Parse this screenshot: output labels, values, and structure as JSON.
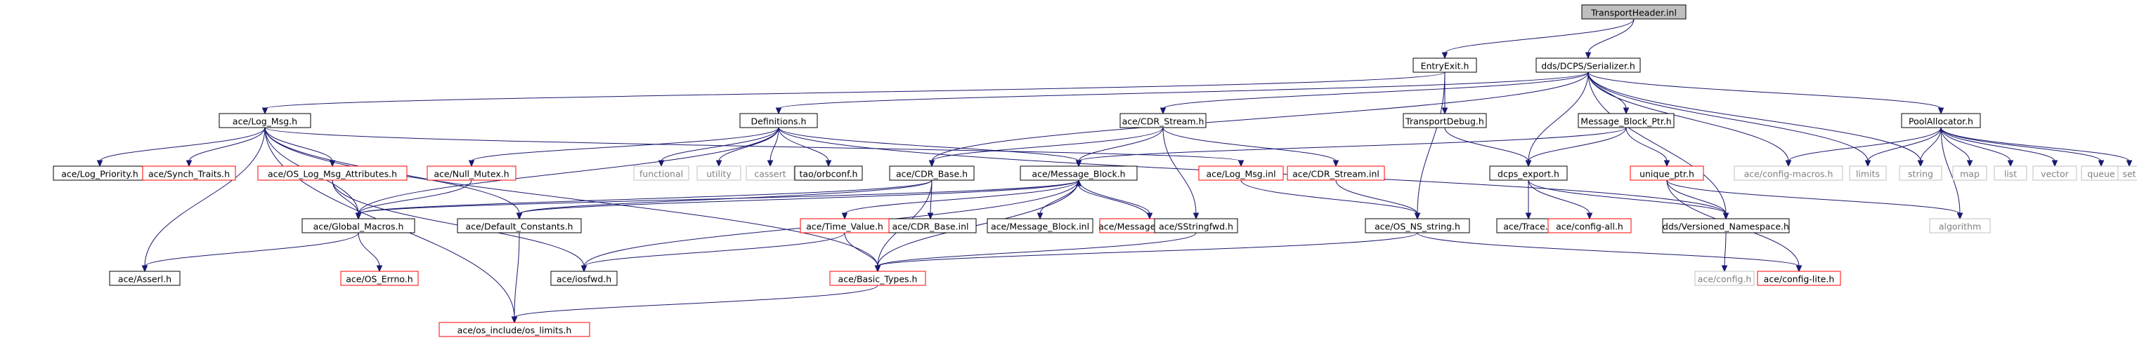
{
  "diagram": {
    "title": "TransportHeader.inl",
    "style": {
      "edge_color": "#191970",
      "root_fill": "#bfbfbf",
      "root_border": "#000000",
      "documented_border": "#000000",
      "truncated_border": "#ff0000",
      "external_border": "#bfbfbf",
      "external_text": "#808080",
      "text_color": "#000000"
    },
    "nodes": [
      {
        "id": "n0",
        "label": "TransportHeader.inl",
        "kind": "root"
      },
      {
        "id": "n1",
        "label": "EntryExit.h",
        "kind": "documented"
      },
      {
        "id": "n2",
        "label": "dds/DCPS/Serializer.h",
        "kind": "documented"
      },
      {
        "id": "n3",
        "label": "ace/Log_Msg.h",
        "kind": "documented"
      },
      {
        "id": "n4",
        "label": "Definitions.h",
        "kind": "documented"
      },
      {
        "id": "n5",
        "label": "ace/CDR_Stream.h",
        "kind": "documented"
      },
      {
        "id": "n6",
        "label": "TransportDebug.h",
        "kind": "documented"
      },
      {
        "id": "n7",
        "label": "Message_Block_Ptr.h",
        "kind": "documented"
      },
      {
        "id": "n8",
        "label": "PoolAllocator.h",
        "kind": "documented"
      },
      {
        "id": "n9",
        "label": "ace/Log_Priority.h",
        "kind": "documented"
      },
      {
        "id": "n10",
        "label": "ace/Synch_Traits.h",
        "kind": "truncated"
      },
      {
        "id": "n11",
        "label": "ace/OS_Log_Msg_Attributes.h",
        "kind": "truncated"
      },
      {
        "id": "n12",
        "label": "ace/Null_Mutex.h",
        "kind": "truncated"
      },
      {
        "id": "n13",
        "label": "functional",
        "kind": "external"
      },
      {
        "id": "n14",
        "label": "utility",
        "kind": "external"
      },
      {
        "id": "n15",
        "label": "cassert",
        "kind": "external"
      },
      {
        "id": "n16",
        "label": "tao/orbconf.h",
        "kind": "documented"
      },
      {
        "id": "n17",
        "label": "ace/CDR_Base.h",
        "kind": "documented"
      },
      {
        "id": "n18",
        "label": "ace/Message_Block.h",
        "kind": "documented"
      },
      {
        "id": "n19",
        "label": "ace/Log_Msg.inl",
        "kind": "truncated"
      },
      {
        "id": "n20",
        "label": "ace/CDR_Stream.inl",
        "kind": "truncated"
      },
      {
        "id": "n21",
        "label": "dcps_export.h",
        "kind": "documented"
      },
      {
        "id": "n22",
        "label": "unique_ptr.h",
        "kind": "truncated"
      },
      {
        "id": "n23",
        "label": "ace/config-macros.h",
        "kind": "external"
      },
      {
        "id": "n24",
        "label": "limits",
        "kind": "external"
      },
      {
        "id": "n25",
        "label": "string",
        "kind": "external"
      },
      {
        "id": "n26",
        "label": "map",
        "kind": "external"
      },
      {
        "id": "n27",
        "label": "list",
        "kind": "external"
      },
      {
        "id": "n28",
        "label": "vector",
        "kind": "external"
      },
      {
        "id": "n29",
        "label": "queue",
        "kind": "external"
      },
      {
        "id": "n30",
        "label": "set",
        "kind": "external"
      },
      {
        "id": "n31",
        "label": "ace/Global_Macros.h",
        "kind": "documented"
      },
      {
        "id": "n32",
        "label": "ace/Default_Constants.h",
        "kind": "documented"
      },
      {
        "id": "n33",
        "label": "ace/CDR_Base.inl",
        "kind": "documented"
      },
      {
        "id": "n34",
        "label": "ace/Time_Value.h",
        "kind": "truncated"
      },
      {
        "id": "n35",
        "label": "ace/Message_Block.inl",
        "kind": "documented"
      },
      {
        "id": "n36",
        "label": "ace/Message_Block_T.h",
        "kind": "truncated"
      },
      {
        "id": "n37",
        "label": "ace/SStringfwd.h",
        "kind": "documented"
      },
      {
        "id": "n38",
        "label": "ace/OS_NS_string.h",
        "kind": "documented"
      },
      {
        "id": "n39",
        "label": "ace/Trace.h",
        "kind": "documented"
      },
      {
        "id": "n40",
        "label": "ace/config-all.h",
        "kind": "truncated"
      },
      {
        "id": "n41",
        "label": "dds/Versioned_Namespace.h",
        "kind": "documented"
      },
      {
        "id": "n42",
        "label": "algorithm",
        "kind": "external"
      },
      {
        "id": "n43",
        "label": "ace/Asserl.h",
        "kind": "documented"
      },
      {
        "id": "n44",
        "label": "ace/OS_Errno.h",
        "kind": "truncated"
      },
      {
        "id": "n45",
        "label": "ace/iosfwd.h",
        "kind": "documented"
      },
      {
        "id": "n46",
        "label": "ace/Basic_Types.h",
        "kind": "truncated"
      },
      {
        "id": "n47",
        "label": "ace/config.h",
        "kind": "external"
      },
      {
        "id": "n48",
        "label": "ace/config-lite.h",
        "kind": "truncated"
      },
      {
        "id": "n49",
        "label": "ace/os_include/os_limits.h",
        "kind": "truncated"
      }
    ],
    "edges": [
      [
        "n0",
        "n1"
      ],
      [
        "n0",
        "n2"
      ],
      [
        "n1",
        "n3"
      ],
      [
        "n1",
        "n6"
      ],
      [
        "n1",
        "n38"
      ],
      [
        "n2",
        "n4"
      ],
      [
        "n2",
        "n5"
      ],
      [
        "n2",
        "n7"
      ],
      [
        "n2",
        "n8"
      ],
      [
        "n2",
        "n17"
      ],
      [
        "n2",
        "n21"
      ],
      [
        "n2",
        "n23"
      ],
      [
        "n2",
        "n24"
      ],
      [
        "n2",
        "n25"
      ],
      [
        "n2",
        "n41"
      ],
      [
        "n3",
        "n9"
      ],
      [
        "n3",
        "n10"
      ],
      [
        "n3",
        "n11"
      ],
      [
        "n3",
        "n19"
      ],
      [
        "n3",
        "n31"
      ],
      [
        "n3",
        "n32"
      ],
      [
        "n3",
        "n43"
      ],
      [
        "n3",
        "n46"
      ],
      [
        "n3",
        "n49"
      ],
      [
        "n4",
        "n12"
      ],
      [
        "n4",
        "n13"
      ],
      [
        "n4",
        "n14"
      ],
      [
        "n4",
        "n15"
      ],
      [
        "n4",
        "n16"
      ],
      [
        "n4",
        "n18"
      ],
      [
        "n4",
        "n31"
      ],
      [
        "n4",
        "n41"
      ],
      [
        "n5",
        "n17"
      ],
      [
        "n5",
        "n18"
      ],
      [
        "n5",
        "n20"
      ],
      [
        "n5",
        "n37"
      ],
      [
        "n6",
        "n21"
      ],
      [
        "n7",
        "n18"
      ],
      [
        "n7",
        "n21"
      ],
      [
        "n7",
        "n22"
      ],
      [
        "n8",
        "n23"
      ],
      [
        "n8",
        "n24"
      ],
      [
        "n8",
        "n25"
      ],
      [
        "n8",
        "n26"
      ],
      [
        "n8",
        "n27"
      ],
      [
        "n8",
        "n28"
      ],
      [
        "n8",
        "n29"
      ],
      [
        "n8",
        "n30"
      ],
      [
        "n8",
        "n42"
      ],
      [
        "n11",
        "n31"
      ],
      [
        "n11",
        "n45"
      ],
      [
        "n12",
        "n31"
      ],
      [
        "n17",
        "n31"
      ],
      [
        "n17",
        "n32"
      ],
      [
        "n17",
        "n33"
      ],
      [
        "n17",
        "n46"
      ],
      [
        "n18",
        "n31"
      ],
      [
        "n18",
        "n32"
      ],
      [
        "n18",
        "n34"
      ],
      [
        "n18",
        "n35"
      ],
      [
        "n18",
        "n36"
      ],
      [
        "n18",
        "n45"
      ],
      [
        "n18",
        "n46"
      ],
      [
        "n19",
        "n38"
      ],
      [
        "n20",
        "n38"
      ],
      [
        "n21",
        "n39"
      ],
      [
        "n21",
        "n40"
      ],
      [
        "n21",
        "n41"
      ],
      [
        "n22",
        "n41"
      ],
      [
        "n22",
        "n42"
      ],
      [
        "n22",
        "n48"
      ],
      [
        "n31",
        "n43"
      ],
      [
        "n31",
        "n44"
      ],
      [
        "n32",
        "n49"
      ],
      [
        "n34",
        "n45"
      ],
      [
        "n34",
        "n46"
      ],
      [
        "n36",
        "n18"
      ],
      [
        "n37",
        "n46"
      ],
      [
        "n38",
        "n46"
      ],
      [
        "n38",
        "n48"
      ],
      [
        "n41",
        "n47"
      ],
      [
        "n46",
        "n49"
      ]
    ]
  }
}
